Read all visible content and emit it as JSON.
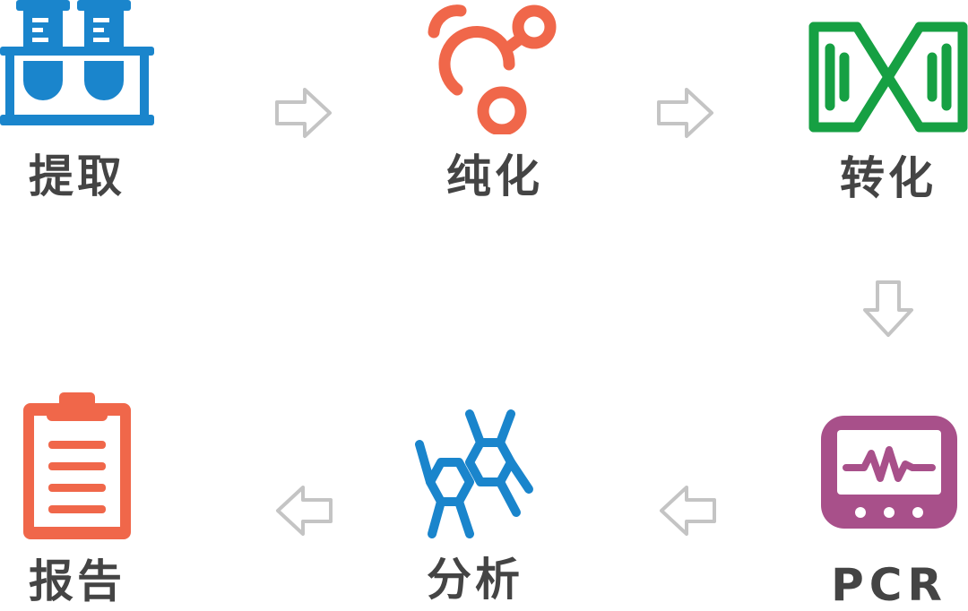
{
  "steps": [
    {
      "id": "extraction",
      "label": "提取",
      "icon": "test-tubes-icon",
      "color": "#1a85cc"
    },
    {
      "id": "purification",
      "label": "纯化",
      "icon": "molecule-icon",
      "color": "#f0674a"
    },
    {
      "id": "transformation",
      "label": "转化",
      "icon": "dna-helix-icon",
      "color": "#16a043"
    },
    {
      "id": "pcr",
      "label": "PCR",
      "icon": "pcr-monitor-icon",
      "color": "#a8508a"
    },
    {
      "id": "analysis",
      "label": "分析",
      "icon": "hexagon-structure-icon",
      "color": "#1a85cc"
    },
    {
      "id": "report",
      "label": "报告",
      "icon": "clipboard-icon",
      "color": "#f0674a"
    }
  ],
  "arrows": [
    {
      "from": "extraction",
      "to": "purification",
      "direction": "right"
    },
    {
      "from": "purification",
      "to": "transformation",
      "direction": "right"
    },
    {
      "from": "transformation",
      "to": "pcr",
      "direction": "down"
    },
    {
      "from": "pcr",
      "to": "analysis",
      "direction": "left"
    },
    {
      "from": "analysis",
      "to": "report",
      "direction": "left"
    }
  ],
  "colors": {
    "label_text": "#444444",
    "arrow_outline": "#c4c4c4"
  }
}
